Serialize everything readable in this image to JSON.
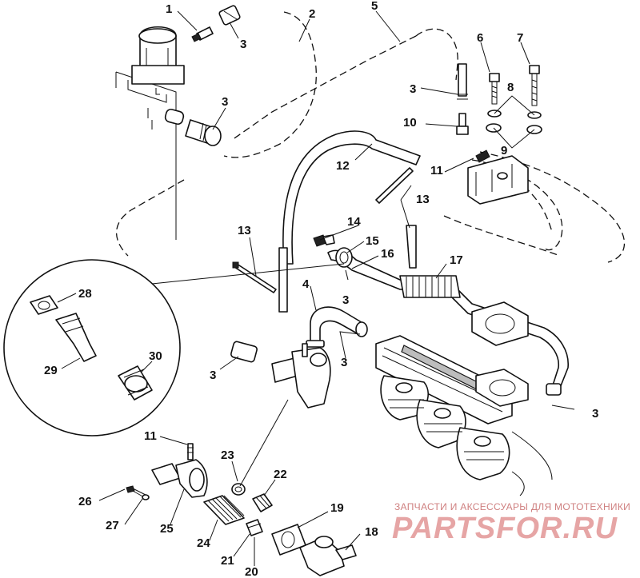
{
  "callouts": [
    {
      "id": "c1",
      "text": "1"
    },
    {
      "id": "c2",
      "text": "2"
    },
    {
      "id": "c3a",
      "text": "3"
    },
    {
      "id": "c5",
      "text": "5"
    },
    {
      "id": "c6",
      "text": "6"
    },
    {
      "id": "c7",
      "text": "7"
    },
    {
      "id": "c3b",
      "text": "3"
    },
    {
      "id": "c3c",
      "text": "3"
    },
    {
      "id": "c8",
      "text": "8"
    },
    {
      "id": "c10",
      "text": "10"
    },
    {
      "id": "c9",
      "text": "9"
    },
    {
      "id": "c11a",
      "text": "11"
    },
    {
      "id": "c12",
      "text": "12"
    },
    {
      "id": "c13a",
      "text": "13"
    },
    {
      "id": "c14",
      "text": "14"
    },
    {
      "id": "c13b",
      "text": "13"
    },
    {
      "id": "c15",
      "text": "15"
    },
    {
      "id": "c16",
      "text": "16"
    },
    {
      "id": "c17",
      "text": "17"
    },
    {
      "id": "c28",
      "text": "28"
    },
    {
      "id": "c3d",
      "text": "3"
    },
    {
      "id": "c4",
      "text": "4"
    },
    {
      "id": "c3e",
      "text": "3"
    },
    {
      "id": "c29",
      "text": "29"
    },
    {
      "id": "c30",
      "text": "30"
    },
    {
      "id": "c3f",
      "text": "3"
    },
    {
      "id": "c3g",
      "text": "3"
    },
    {
      "id": "c11b",
      "text": "11"
    },
    {
      "id": "c23",
      "text": "23"
    },
    {
      "id": "c22",
      "text": "22"
    },
    {
      "id": "c26",
      "text": "26"
    },
    {
      "id": "c19",
      "text": "19"
    },
    {
      "id": "c27",
      "text": "27"
    },
    {
      "id": "c25",
      "text": "25"
    },
    {
      "id": "c18",
      "text": "18"
    },
    {
      "id": "c24",
      "text": "24"
    },
    {
      "id": "c21",
      "text": "21"
    },
    {
      "id": "c20",
      "text": "20"
    }
  ],
  "watermark": {
    "tagline": "ЗАПЧАСТИ И АКСЕССУАРЫ ДЛЯ МОТОТЕХНИКИ",
    "logo": "PARTSFOR.RU"
  }
}
